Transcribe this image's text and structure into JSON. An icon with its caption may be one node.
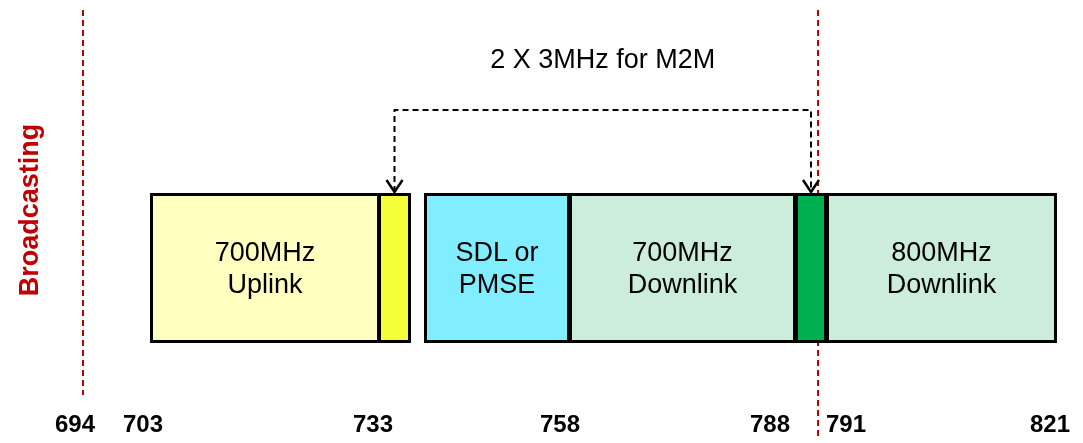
{
  "diagram": {
    "nodes": [
      {
        "text": [
          "700MHz Uplink"
        ]
      },
      {
        "text": [],
        "shape": "bar"
      },
      {
        "text": [
          "SDL or PMSE"
        ]
      },
      {
        "text": [
          "700MHz Downlink"
        ]
      },
      {
        "text": [],
        "shape": "bar"
      },
      {
        "text": [
          "800MHz Downlink"
        ]
      }
    ],
    "edges": [
      {
        "from": 1,
        "to": 4,
        "arrow": "both",
        "style": "dashed",
        "label": "2 X 3MHz for M2M"
      }
    ],
    "labels": [
      "Broadcasting",
      "694",
      "703",
      "733",
      "758",
      "788",
      "791",
      "821"
    ]
  }
}
